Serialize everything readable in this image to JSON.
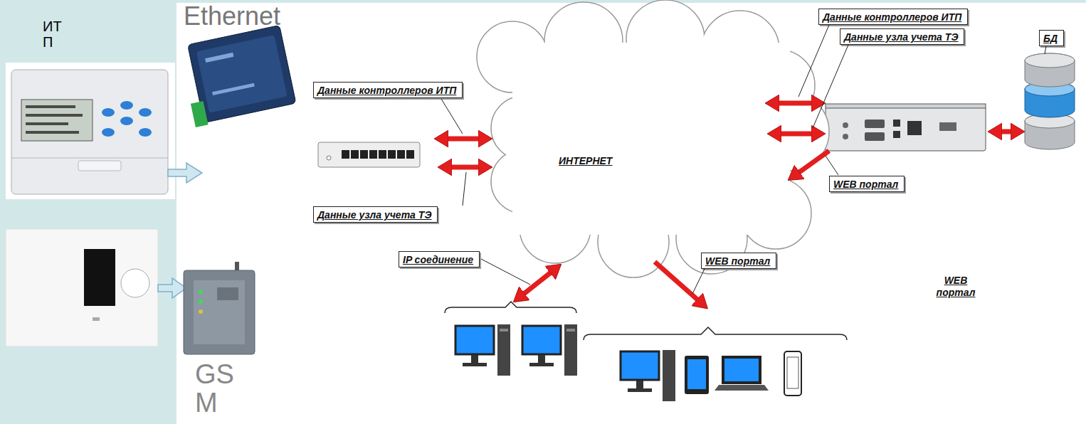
{
  "diagram": {
    "nodes": [
      {
        "text": [
          "Данные контроллеров ИТП"
        ]
      },
      {
        "text": [
          "БД"
        ]
      },
      {
        "text": [
          "Данные узла учета ТЭ"
        ]
      },
      {
        "text": [
          "Данные контроллеров ИТП"
        ]
      },
      {
        "text": [
          "ИНТЕРНЕТ"
        ]
      },
      {
        "text": [
          "WEB портал"
        ]
      },
      {
        "text": [
          "Данные узла учета ТЭ"
        ]
      },
      {
        "text": [
          "IP соединение"
        ]
      },
      {
        "text": [
          "WEB портал"
        ]
      }
    ],
    "labels": [
      "ИТП",
      "Ethernet",
      "GSM",
      "WEB портал"
    ]
  }
}
